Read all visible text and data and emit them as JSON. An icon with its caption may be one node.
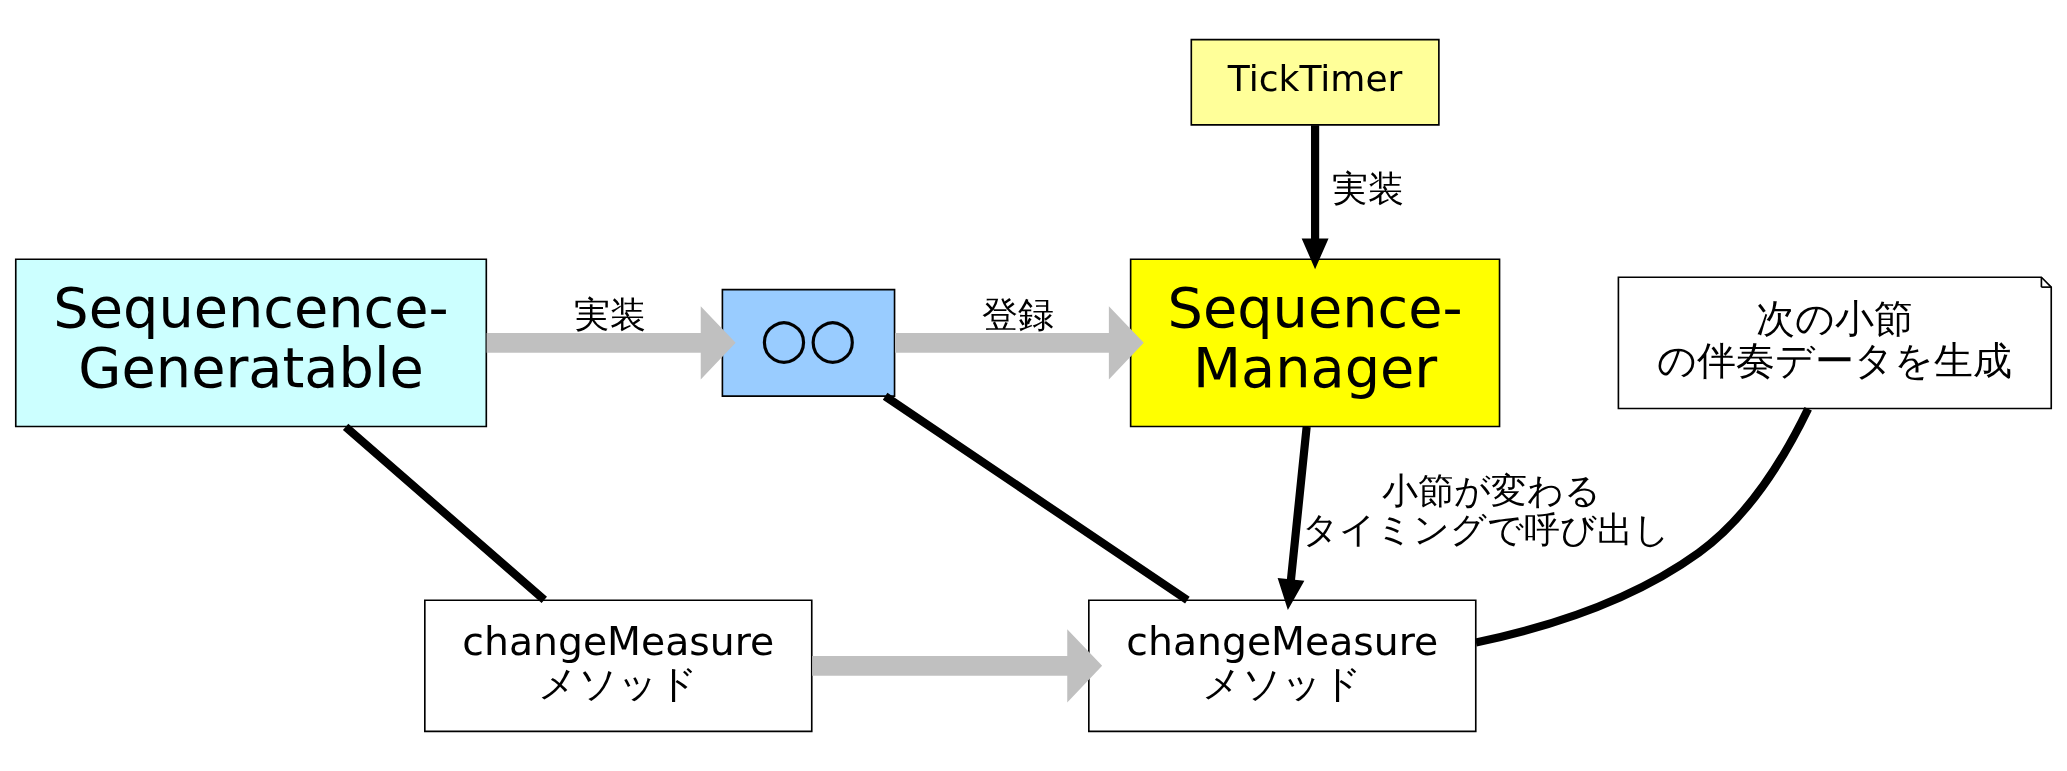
{
  "diagram": {
    "nodes": [
      {
        "text": [
          "TickTimer"
        ]
      },
      {
        "text": [
          "Sequence- Manager"
        ]
      },
      {
        "text": [
          "○○"
        ]
      },
      {
        "text": [
          "Sequencence- Generatable"
        ]
      },
      {
        "text": [
          "changeMeasure メソッド"
        ]
      },
      {
        "text": [
          "changeMeasure メソッド"
        ]
      },
      {
        "text": [
          "次の小節の伴奏データを生成"
        ]
      }
    ],
    "edges": [
      {
        "from": 0,
        "to": 1,
        "arrow": "to",
        "label": "実装"
      },
      {
        "from": 2,
        "to": 1,
        "arrow": "to",
        "label": "登録",
        "style": "thick",
        "color": "#c0c0c0"
      },
      {
        "from": 3,
        "to": 2,
        "arrow": "to",
        "label": "実装",
        "style": "thick",
        "color": "#c0c0c0"
      },
      {
        "from": 2,
        "to": 4,
        "arrow": "none"
      },
      {
        "from": 3,
        "to": 5,
        "arrow": "none"
      },
      {
        "from": 5,
        "to": 4,
        "arrow": "to",
        "style": "thick",
        "color": "#c0c0c0"
      },
      {
        "from": 1,
        "to": 4,
        "arrow": "to",
        "label": "小節が変わるタイミングで呼び出し"
      },
      {
        "from": 6,
        "to": 4,
        "arrow": "none"
      }
    ]
  }
}
